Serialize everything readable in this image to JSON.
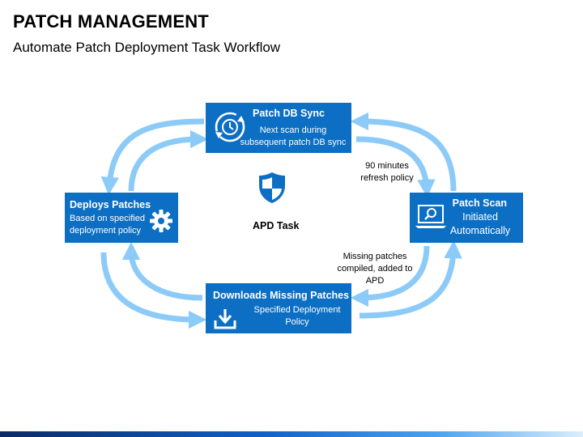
{
  "header": {
    "title": "PATCH MANAGEMENT",
    "subtitle": "Automate Patch Deployment Task Workflow"
  },
  "colors": {
    "box": "#0d6fc3",
    "arrow": "#8ccaf8",
    "accent": "#0d6fc3"
  },
  "nodes": {
    "sync": {
      "title": "Patch DB Sync",
      "text": "Next scan during subsequent patch DB sync",
      "icon": "sync-clock-icon"
    },
    "scan": {
      "title": "Patch Scan",
      "text": "Initiated Automatically",
      "icon": "laptop-search-icon"
    },
    "download": {
      "title": "Downloads Missing Patches",
      "text": "Specified Deployment Policy",
      "icon": "download-icon"
    },
    "deploy": {
      "title": "Deploys Patches",
      "text": "Based on specified deployment policy",
      "icon": "gear-icon"
    }
  },
  "center": {
    "label": "APD Task",
    "icon": "shield-icon"
  },
  "annotations": {
    "refresh": "90 minutes refresh policy",
    "missing": "Missing patches compiled, added to APD"
  }
}
